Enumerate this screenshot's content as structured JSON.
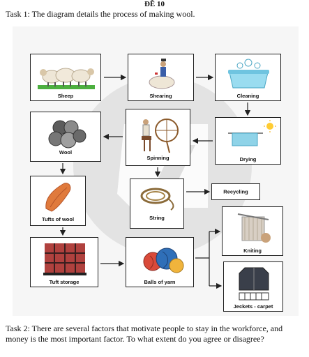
{
  "header": "ĐỀ 10",
  "task1": "Task 1: The diagram details the process of making wool.",
  "task2": "Task 2: There are several factors that motivate people to stay in the workforce, and money is the most important factor. To what extent do you agree or disagree?",
  "stages": {
    "sheep": "Sheep",
    "shearing": "Shearing",
    "cleaning": "Cleaning",
    "drying": "Drying",
    "spinning": "Spinning",
    "wool": "Wool",
    "tufts": "Tufts of wool",
    "string": "String",
    "recycling": "Recycling",
    "tuft_storage": "Tuft storage",
    "balls": "Balls of yarn",
    "knitting": "Kniting",
    "jackets": "Jeckets - carpet"
  },
  "colors": {
    "watermark": "#d9d9d9",
    "arrow": "#222222",
    "yarn_orange": "#e07a3c",
    "towel_blue": "#8fd3e8",
    "water_blue": "#cfeef7"
  }
}
